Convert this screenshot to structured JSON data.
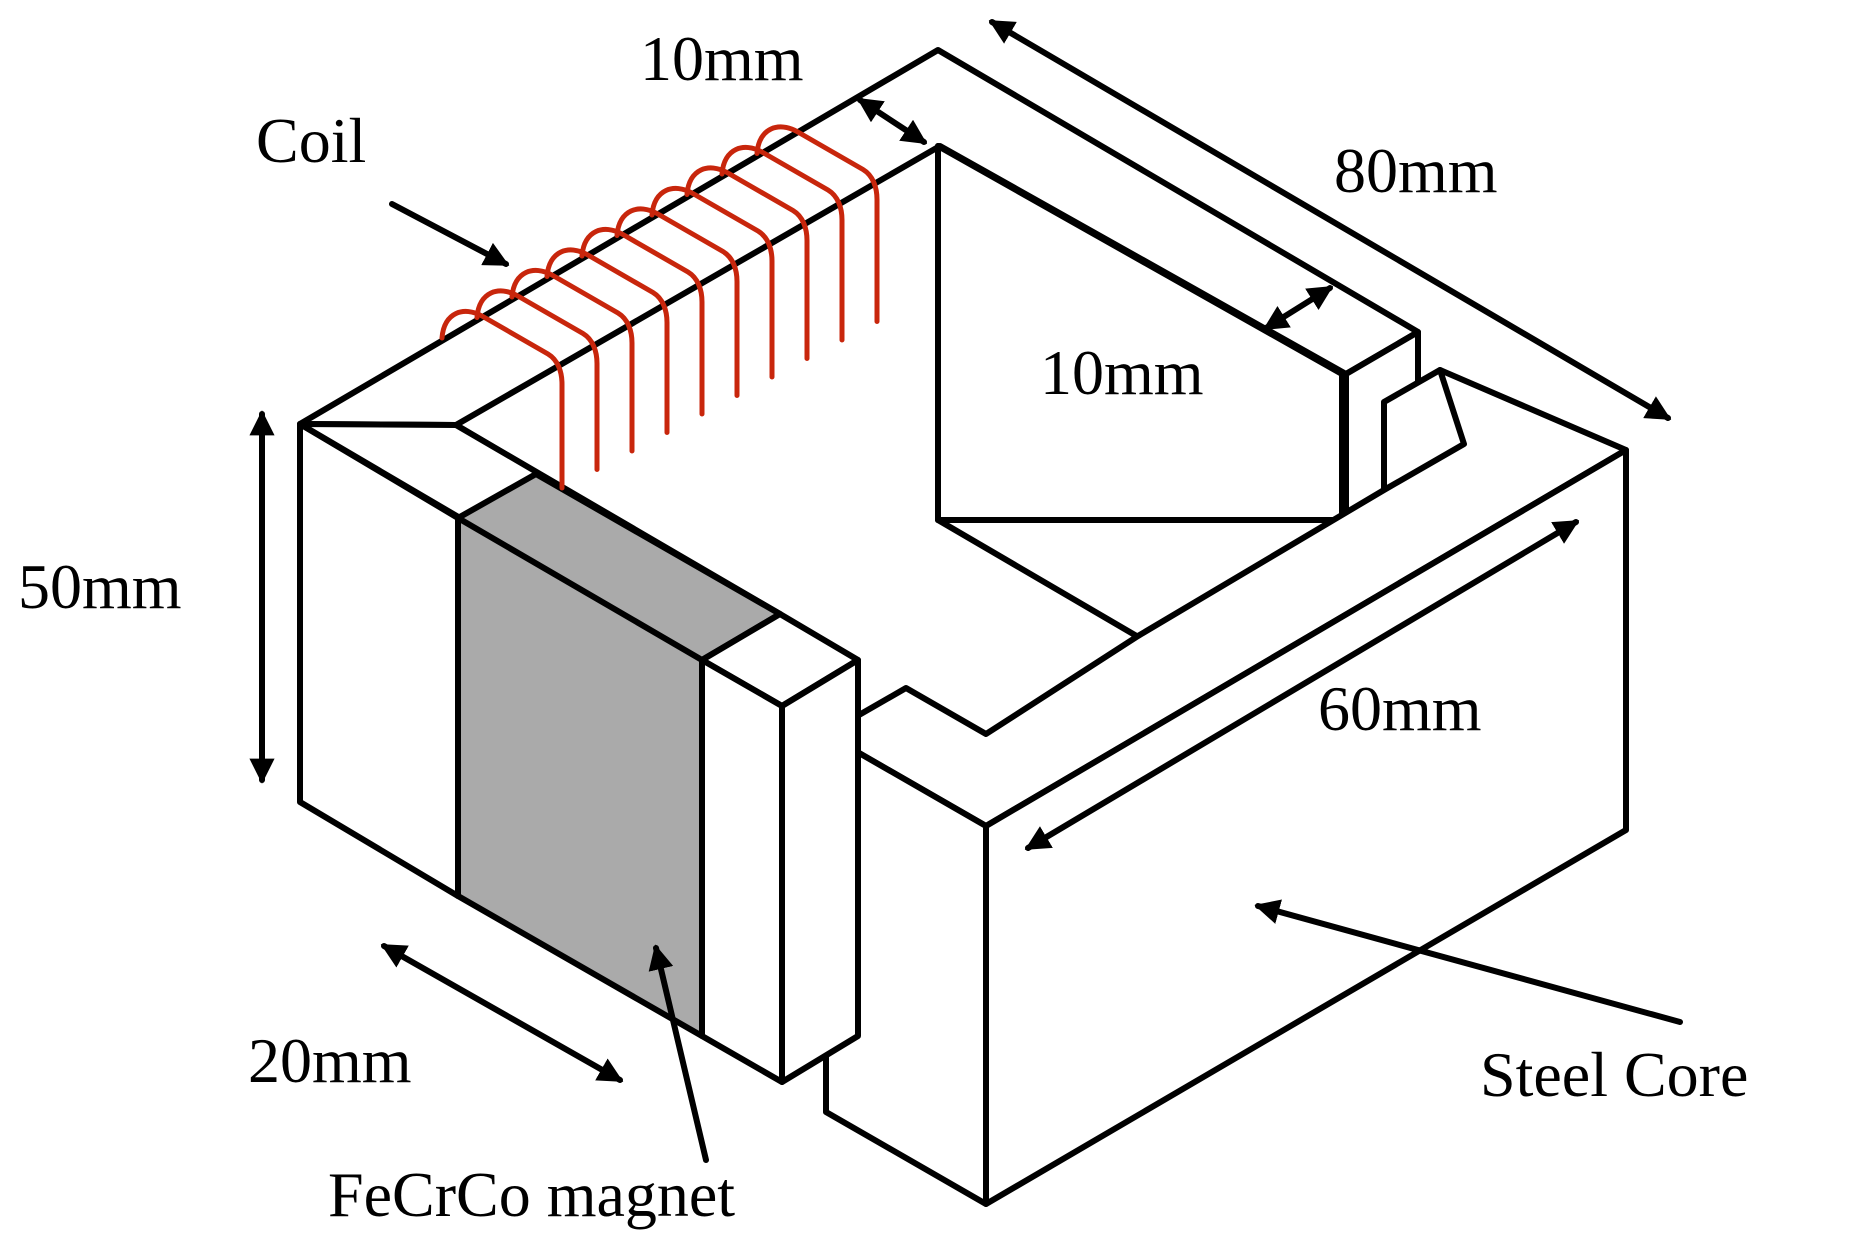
{
  "labels": {
    "coil": "Coil",
    "top_gap_dim": "10mm",
    "total_length_dim": "80mm",
    "arm_width_dim": "10mm",
    "height_dim": "50mm",
    "inner_length_dim": "60mm",
    "magnet_width_dim": "20mm",
    "magnet": "FeCrCo magnet",
    "core": "Steel Core"
  },
  "colors": {
    "core_fill": "#ffffff",
    "magnet_fill": "#aaaaaa",
    "coil": "#c8260c",
    "line": "#000000"
  },
  "coil_turns": 10
}
